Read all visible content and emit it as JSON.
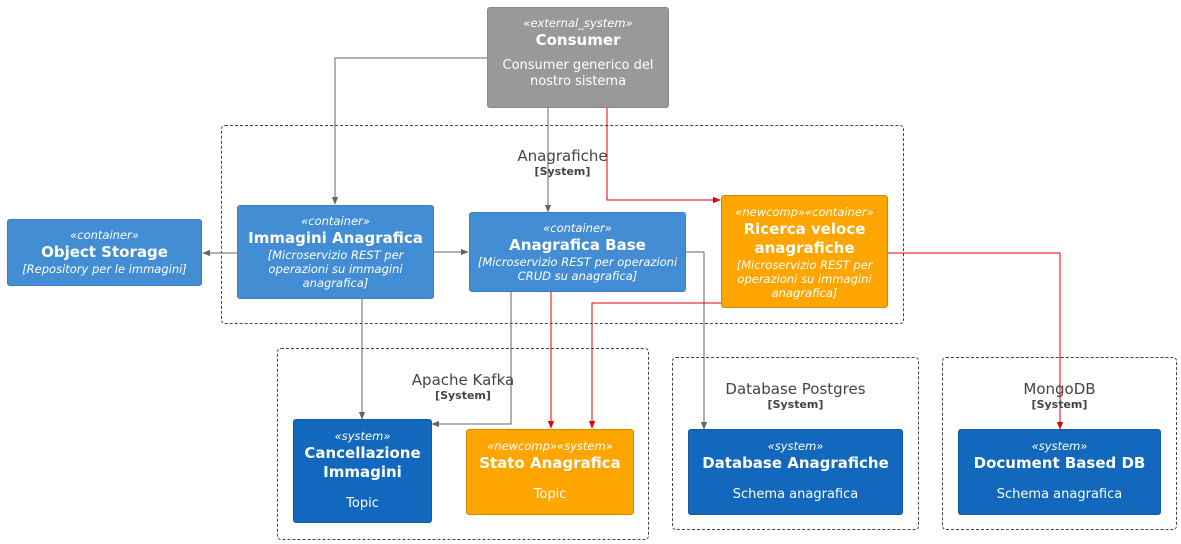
{
  "colors": {
    "container": "#438dd5",
    "system": "#1168bd",
    "external": "#999999",
    "newcomp": "#ffa500",
    "arrow": "#666666",
    "new_arrow": "#e00000",
    "boundary_text": "#444444"
  },
  "boundaries": {
    "anagrafiche": {
      "title": "Anagrafiche",
      "type": "[System]"
    },
    "kafka": {
      "title": "Apache Kafka",
      "type": "[System]"
    },
    "postgres": {
      "title": "Database Postgres",
      "type": "[System]"
    },
    "mongodb": {
      "title": "MongoDB",
      "type": "[System]"
    }
  },
  "nodes": {
    "consumer": {
      "stereotype": "«external_system»",
      "name": "Consumer",
      "description": "Consumer generico del nostro sistema"
    },
    "object_storage": {
      "stereotype": "«container»",
      "name": "Object Storage",
      "description": "[Repository per le immagini]"
    },
    "immagini": {
      "stereotype": "«container»",
      "name": "Immagini Anagrafica",
      "description": "[Microservizio REST per operazioni su immagini anagrafica]"
    },
    "base": {
      "stereotype": "«container»",
      "name": "Anagrafica Base",
      "description": "[Microservizio REST per operazioni CRUD su anagrafica]"
    },
    "ricerca": {
      "stereotype": "«newcomp»«container»",
      "name": "Ricerca veloce anagrafiche",
      "description": "[Microservizio REST per operazioni su immagini anagrafica]"
    },
    "cancellazione": {
      "stereotype": "«system»",
      "name": "Cancellazione Immagini",
      "description": "Topic"
    },
    "stato": {
      "stereotype": "«newcomp»«system»",
      "name": "Stato Anagrafica",
      "description": "Topic"
    },
    "db_anagrafiche": {
      "stereotype": "«system»",
      "name": "Database Anagrafiche",
      "description": "Schema anagrafica"
    },
    "document_db": {
      "stereotype": "«system»",
      "name": "Document Based DB",
      "description": "Schema anagrafica"
    }
  }
}
